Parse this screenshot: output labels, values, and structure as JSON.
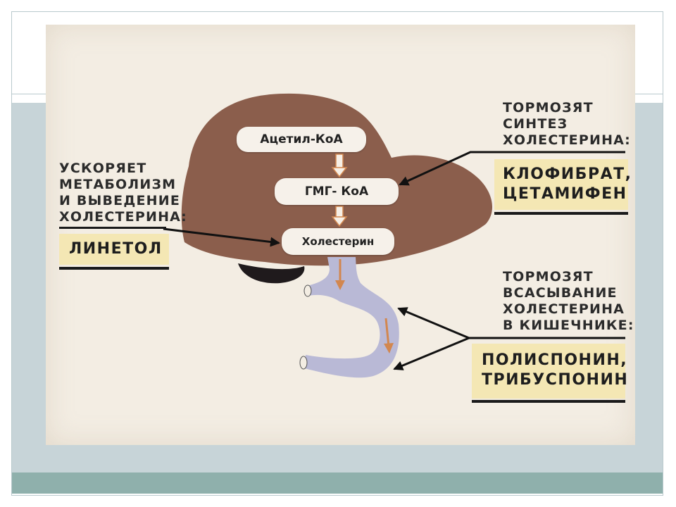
{
  "pathway": {
    "step1": "Ацетил-КоА",
    "step2": "ГМГ- КоА",
    "step3": "Холестерин"
  },
  "left_group": {
    "caption": "УСКОРЯЕТ\nМЕТАБОЛИЗМ\nИ ВЫВЕДЕНИЕ\nХОЛЕСТЕРИНА:",
    "drug": "ЛИНЕТОЛ"
  },
  "right_top_group": {
    "caption": "ТОРМОЗЯТ\nСИНТЕЗ\nХОЛЕСТЕРИНА:",
    "drugs": "КЛОФИБРАТ,\nЦЕТАМИФЕН"
  },
  "right_bottom_group": {
    "caption": "ТОРМОЗЯТ\nВСАСЫВАНИЕ\nХОЛЕСТЕРИНА\nВ КИШЕЧНИКЕ:",
    "drugs": "ПОЛИСПОНИН,\nТРИБУСПОНИН"
  },
  "colors": {
    "liver": "#8b5e4c",
    "intestine": "#b9b9d6",
    "drug_box": "#f4e7b4",
    "flow_arrow": "#d2874f"
  }
}
